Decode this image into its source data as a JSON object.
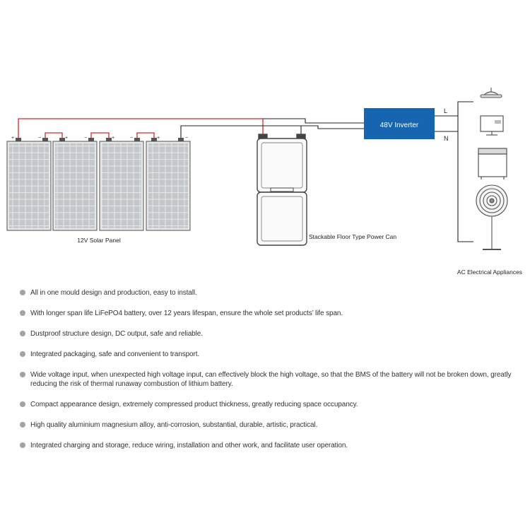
{
  "diagram": {
    "solar_panel_label": "12V Solar Panel",
    "power_can_label": "Stackable Floor Type Power Can",
    "inverter_label": "48V Inverter",
    "line_label": "L",
    "neutral_label": "N",
    "appliances_label": "AC Electrical Appliances",
    "plus_sign": "+",
    "minus_sign": "−",
    "colors": {
      "positive_wire": "#d7262b",
      "negative_wire": "#222222",
      "inverter": "#1565b0",
      "panel_cell": "#c4c8cd",
      "frame": "#6b6b6b"
    }
  },
  "features": [
    "All in one mould design and production, easy to install.",
    "With longer span life LiFePO4 battery, over 12 years lifespan, ensure the whole set products’ life span.",
    "Dustproof structure design, DC output, safe and reliable.",
    "Integrated packaging, safe and convenient to transport.",
    "Wide voltage input, when unexpected high voltage input, can effectively block the high voltage, so that the BMS of the battery will not be broken down, greatly reducing the risk of thermal runaway combustion of lithium battery.",
    "Compact appearance design, extremely compressed product thickness, greatly reducing space occupancy.",
    "High quality aluminium magnesium alloy, anti-corrosion, substantial, durable, artistic, practical.",
    "Integrated charging and storage, reduce wiring, installation and other work, and facilitate user operation."
  ]
}
